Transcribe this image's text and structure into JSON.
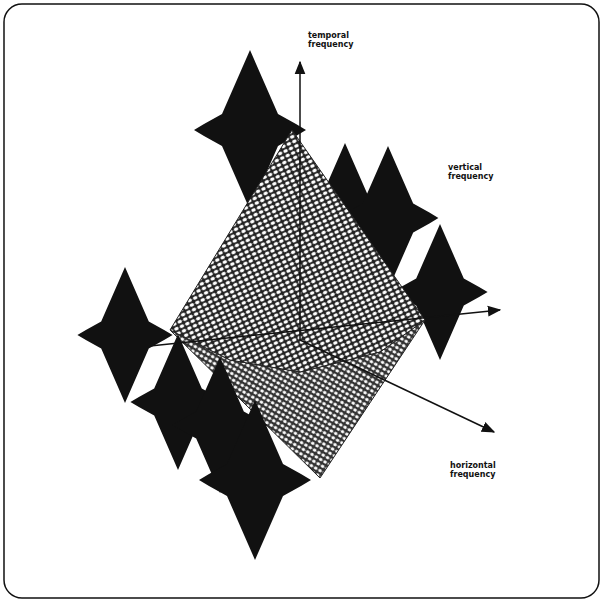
{
  "diagram": {
    "labels": [
      "temporal frequency",
      "vertical frequency",
      "horizontal frequency"
    ]
  }
}
